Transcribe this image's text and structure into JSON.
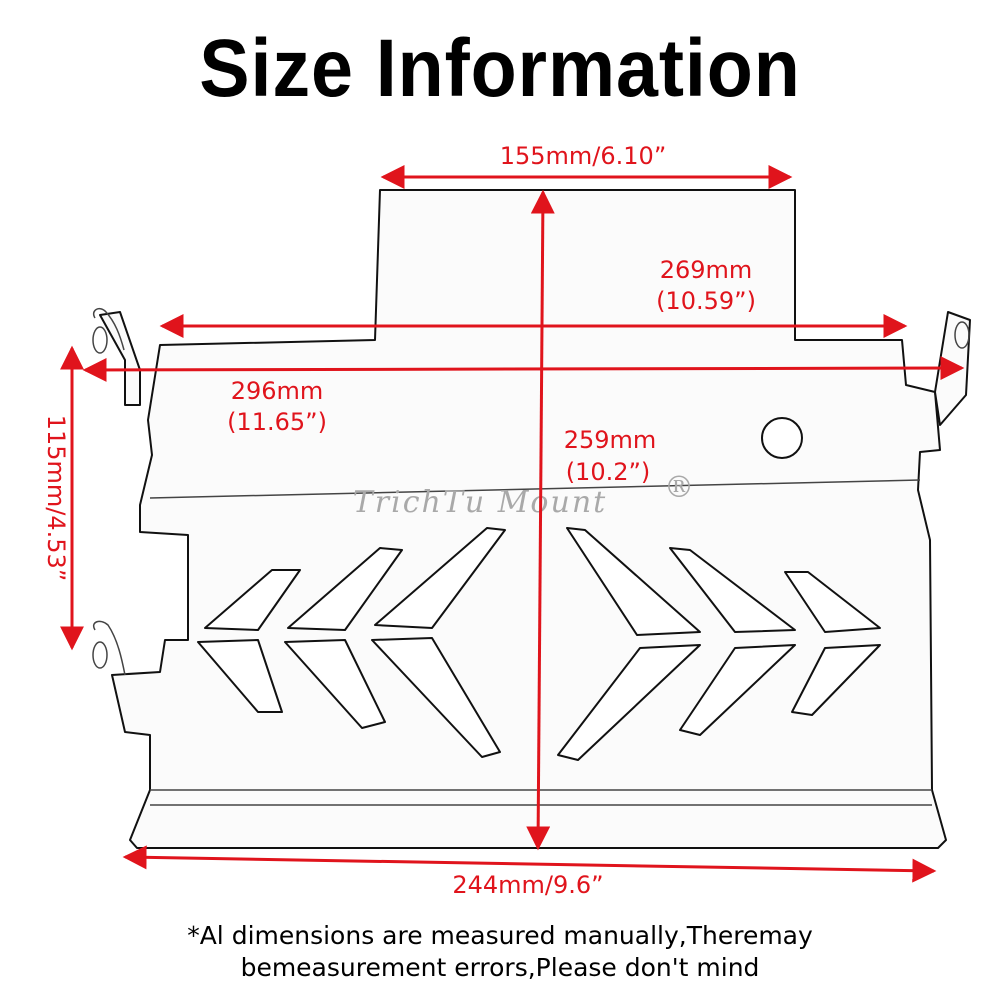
{
  "title": "Size Information",
  "watermark": {
    "text": "TrichTu Mount",
    "mark": "®"
  },
  "dimensions": {
    "top_width": "155mm/6.10”",
    "upper_width_mm": "269mm",
    "upper_width_in": "(10.59”)",
    "mount_width_mm": "296mm",
    "mount_width_in": "(11.65”)",
    "length_mm": "259mm",
    "length_in": "(10.2”)",
    "side_height": "115mm/4.53”",
    "bottom_width": "244mm/9.6”"
  },
  "notes": [
    "*Al dimensions are measured manually,Theremay",
    "bemeasurement errors,Please don't mind"
  ],
  "colors": {
    "dimension": "#e0141c",
    "outline": "#000000",
    "watermark": "#a9a9a9"
  }
}
